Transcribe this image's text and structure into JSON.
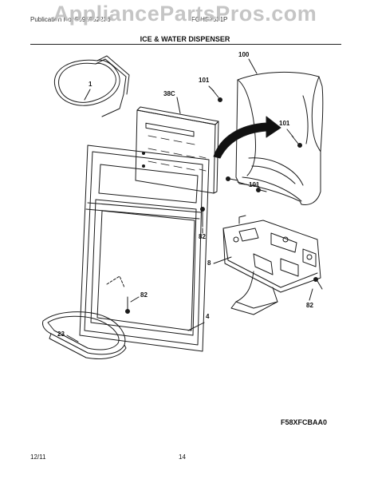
{
  "watermark": "AppliancePartsPros.com",
  "header": {
    "publication": "Publication No: 5995552236",
    "model": "FGHS2631P"
  },
  "title": "ICE & WATER DISPENSER",
  "callouts": {
    "c100": "100",
    "c1": "1",
    "c101a": "101",
    "c38c": "38C",
    "c101b": "101",
    "c101c": "101",
    "c82a": "82",
    "c8": "8",
    "c82b": "82",
    "c82c": "82",
    "c4": "4",
    "c23": "23"
  },
  "figure_code": "F58XFCBAA0",
  "footer": {
    "date": "12/11",
    "page": "14"
  }
}
